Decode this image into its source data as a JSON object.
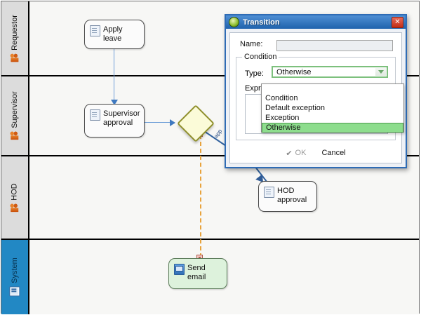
{
  "diagram": {
    "lanes": [
      {
        "label": "Requestor",
        "icon": "people-icon",
        "selected": false
      },
      {
        "label": "Supervisor",
        "icon": "people-icon",
        "selected": false
      },
      {
        "label": "HOD",
        "icon": "people-icon",
        "selected": false
      },
      {
        "label": "System",
        "icon": "system-icon",
        "selected": true
      }
    ],
    "nodes": [
      {
        "id": "apply-leave",
        "label": "Apply leave",
        "icon": "document-icon",
        "type": "task",
        "lane": "Requestor"
      },
      {
        "id": "supervisor-approval",
        "label": "Supervisor approval",
        "icon": "document-icon",
        "type": "task",
        "lane": "Supervisor"
      },
      {
        "id": "gateway",
        "label": "",
        "icon": "gateway-diamond-icon",
        "type": "gateway",
        "lane": "Supervisor"
      },
      {
        "id": "hod-approval",
        "label": "HOD approval",
        "icon": "document-icon",
        "type": "task",
        "lane": "HOD"
      },
      {
        "id": "send-email",
        "label": "Send email",
        "icon": "mail-icon",
        "type": "service-task",
        "lane": "System"
      }
    ],
    "edge_labels": [
      "app",
      "app"
    ],
    "colors": {
      "lane_header": "#dcdcdc",
      "lane_header_selected": "#2288c4",
      "task_fill": "#fbfbfb",
      "service_task_fill": "#ddf2dc",
      "gateway_fill": "#fbfbd8",
      "gateway_stroke": "#8f8f2b",
      "connector": "#3f79c0",
      "association": "#e8a33d"
    }
  },
  "dialog": {
    "title": "Transition",
    "title_icon": "app-icon",
    "close_label": "✕",
    "name_label": "Name:",
    "name_value": "",
    "name_placeholder": "",
    "condition_group_label": "Condition",
    "type_label": "Type:",
    "type_value": "Otherwise",
    "expression_label": "Expressi",
    "expression_value": "",
    "dropdown_open": true,
    "dropdown_options": [
      "Condition",
      "Default exception",
      "Exception",
      "Otherwise"
    ],
    "dropdown_selected": "Otherwise",
    "buttons": [
      {
        "label": "OK",
        "icon": "check-icon",
        "enabled": false
      },
      {
        "label": "Cancel",
        "icon": "",
        "enabled": true
      }
    ]
  }
}
